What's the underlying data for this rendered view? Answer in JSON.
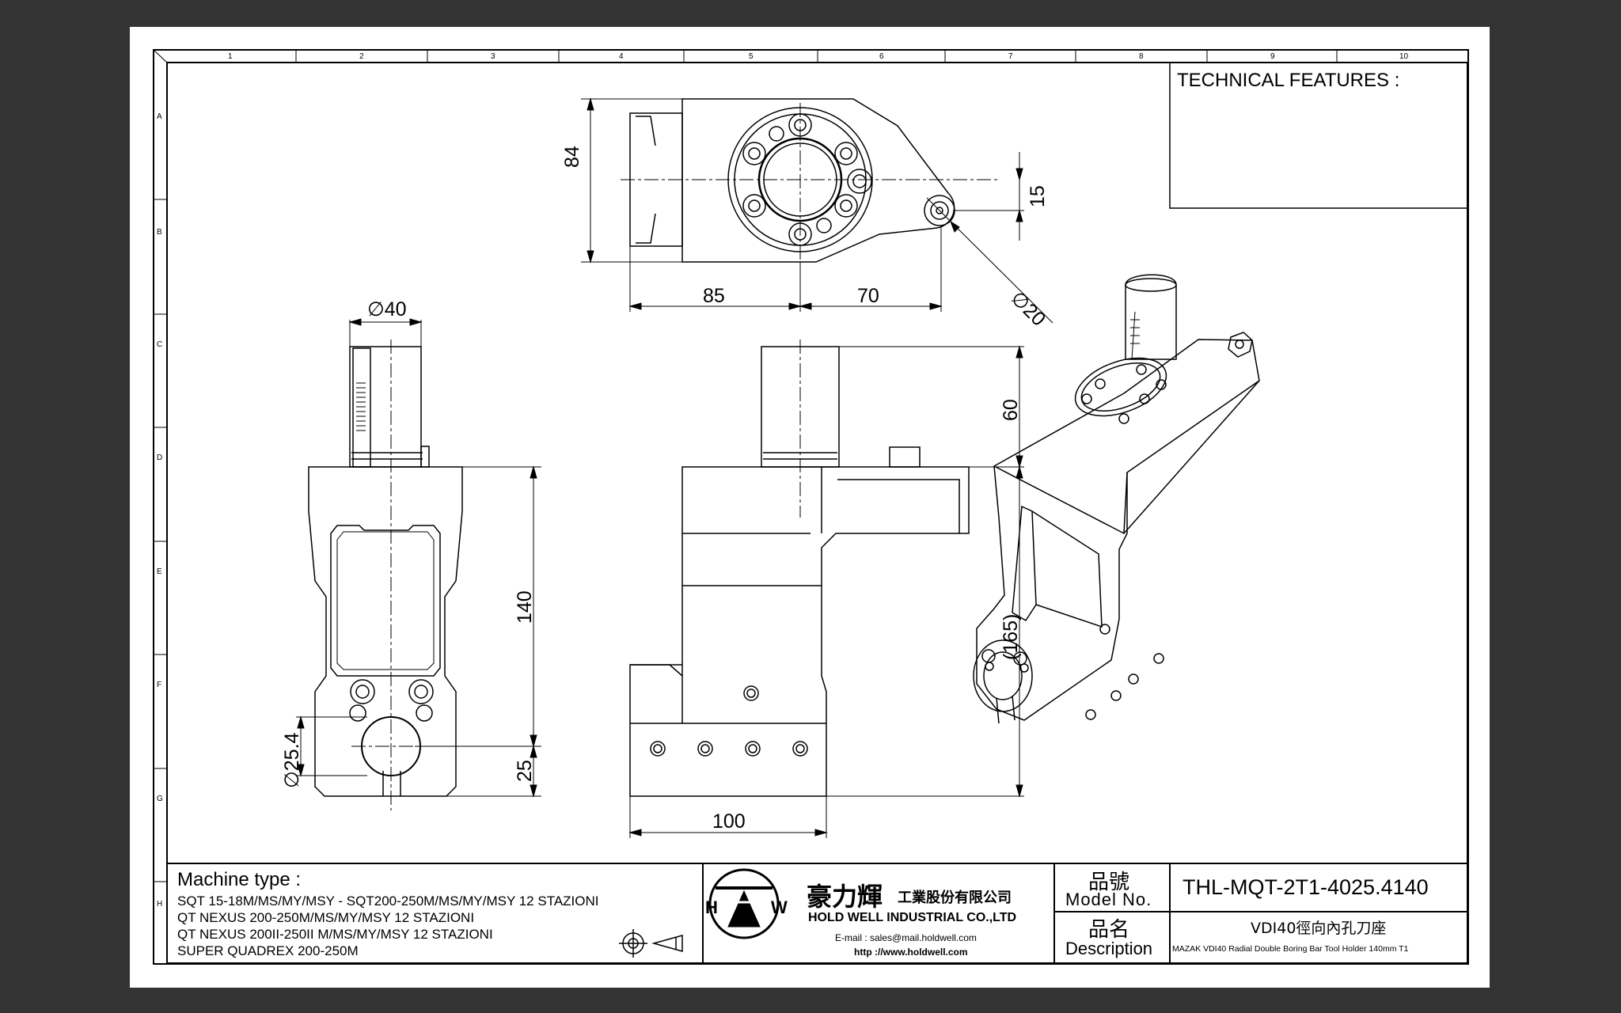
{
  "frame": {
    "columns": [
      "1",
      "2",
      "3",
      "4",
      "5",
      "6",
      "7",
      "8",
      "9",
      "10"
    ],
    "rows": [
      "A",
      "B",
      "C",
      "D",
      "E",
      "F",
      "G",
      "H"
    ]
  },
  "technical_features": {
    "title": "TECHNICAL FEATURES :"
  },
  "dimensions": {
    "top_height": "84",
    "top_offset": "15",
    "top_left_length": "85",
    "top_right_length": "70",
    "bolt_diameter": "∅20",
    "shank_diameter": "∅40",
    "body_height": "140",
    "bore_center": "25",
    "bore_diameter": "∅25.4",
    "shank_length": "60",
    "overall_height": "(165)",
    "base_width": "100"
  },
  "title_block": {
    "machine_type_label": "Machine type :",
    "machine_lines": [
      "SQT 15-18M/MS/MY/MSY - SQT200-250M/MS/MY/MSY 12 STAZIONI",
      "QT NEXUS 200-250M/MS/MY/MSY 12 STAZIONI",
      "QT NEXUS 200II-250II M/MS/MY/MSY 12 STAZIONI",
      "SUPER QUADREX 200-250M"
    ],
    "company_cn_big": "豪力輝",
    "company_cn_small": "工業股份有限公司",
    "company_en": "HOLD WELL INDUSTRIAL CO.,LTD",
    "email": "E-mail : sales@mail.holdwell.com",
    "website": "http ://www.holdwell.com",
    "model_label_cn": "品號",
    "model_label_en": "Model No.",
    "model_no": "THL-MQT-2T1-4025.4140",
    "desc_label_cn": "品名",
    "desc_label_en": "Description",
    "desc_cn": "VDI40徑向內孔刀座",
    "desc_en": "MAZAK VDI40 Radial Double Boring Bar Tool Holder 140mm T1"
  }
}
